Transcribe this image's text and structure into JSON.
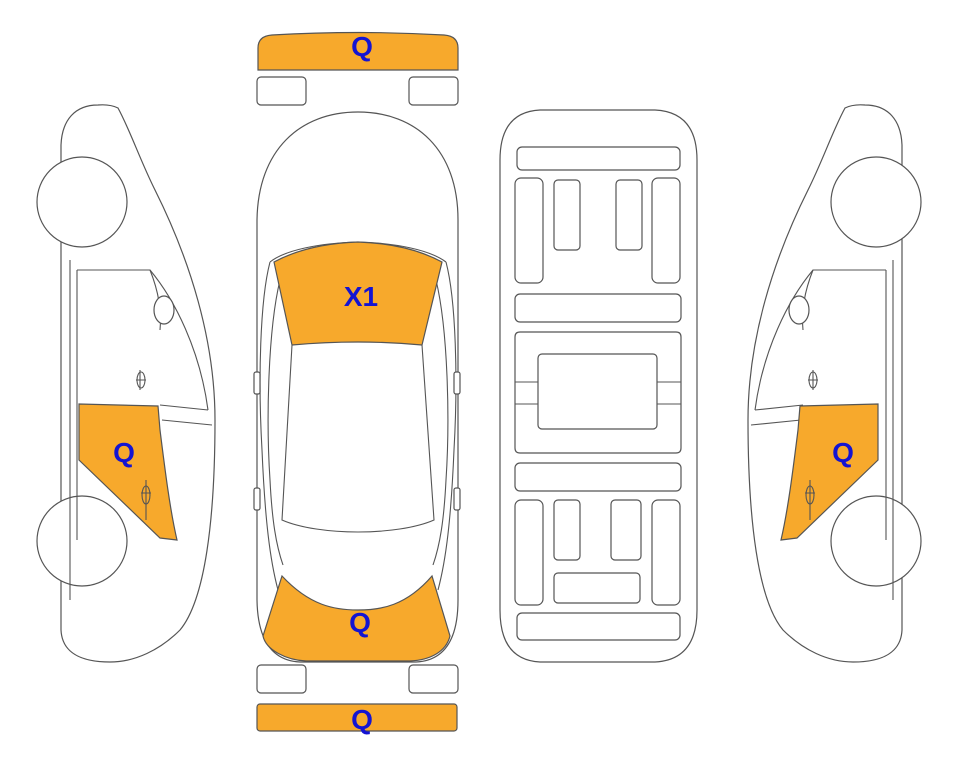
{
  "colors": {
    "highlight": "#F7A92C",
    "label": "#1414D2",
    "outline": "#555555"
  },
  "marks": {
    "front_bumper": "Q",
    "windshield": "X1",
    "rear_window": "Q",
    "rear_bumper": "Q",
    "left_rear_door": "Q",
    "right_rear_door": "Q"
  }
}
